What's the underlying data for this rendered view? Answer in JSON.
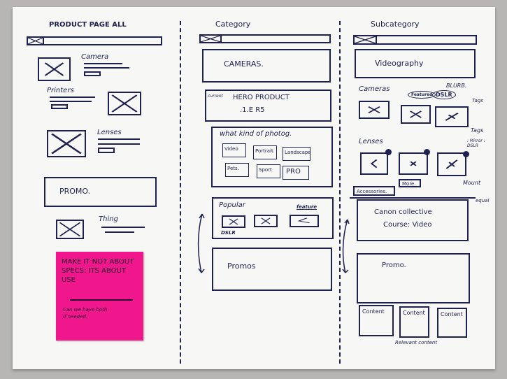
{
  "colors": {
    "ink": "#1f2150",
    "sticky": "#f0168c",
    "paper": "#f7f7f5"
  },
  "left": {
    "title": "PRODUCT PAGE ALL",
    "items": [
      "Camera",
      "Printers",
      "Lenses"
    ],
    "promo": "PROMO.",
    "thing": "Thing"
  },
  "sticky": {
    "headline": "MAKE IT NOT ABOUT SPECS: ITS ABOUT USE",
    "note": "Can we have both if needed."
  },
  "middle": {
    "title": "Category",
    "banner": "CAMERAS.",
    "hero_label": "current",
    "hero": "HERO PRODUCT",
    "hero_sub": ".1.E R5",
    "photog_title": "what kind of photog.",
    "tiles": [
      "Video",
      "Portrait",
      "Landscape",
      "Pets.",
      "Sport",
      "PRO"
    ],
    "popular": "Popular",
    "feature_tag": "feature",
    "popular_tag": "DSLR",
    "promos": "Promos"
  },
  "right": {
    "title": "Subcategory",
    "banner": "Videography",
    "cameras": "Cameras",
    "blurb": "BLURB.",
    "tags": [
      "Featured",
      "DSLR"
    ],
    "tags_label": "Tags",
    "tags_label2": "Tags",
    "tag_values": ": Mirror : DSLR",
    "lenses": "Lenses",
    "accessories": "Accessories.",
    "more": "More.",
    "mount": "Mount",
    "equal": "equal",
    "collective": "Canon collective",
    "course": "Course: Video",
    "promo": "Promo.",
    "content": [
      "Content",
      "Content",
      "Content"
    ],
    "relevant": "Relevant content"
  }
}
